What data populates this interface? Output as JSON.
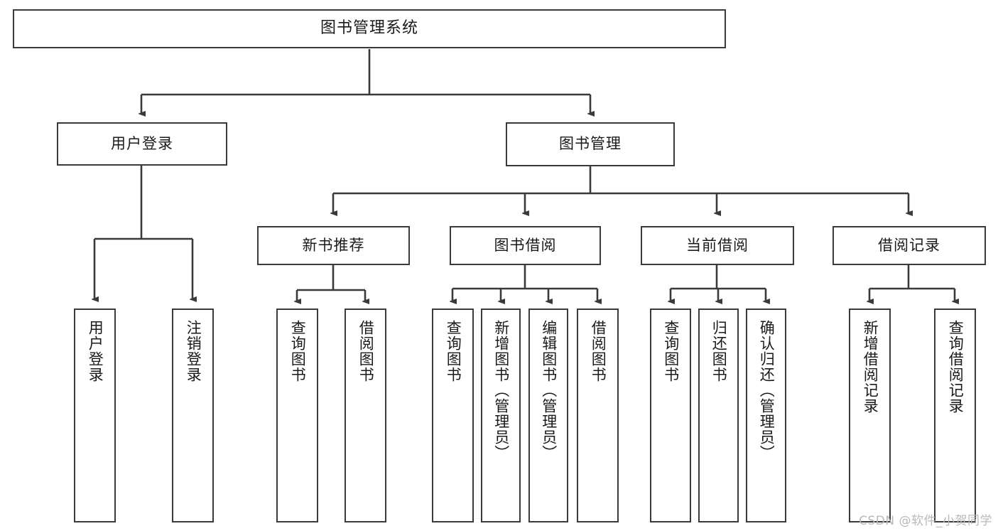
{
  "diagram": {
    "title": "图书管理系统",
    "type": "tree-hierarchy",
    "watermark": "CSDN @软件_小贺同学",
    "colors": {
      "stroke": "#3a3a3a",
      "box_fill": "#ffffff",
      "text": "#1a1a1a",
      "background": "#ffffff",
      "watermark": "#b9b9b9"
    },
    "nodes": {
      "root": {
        "label": "图书管理系统"
      },
      "l2": [
        {
          "id": "user-login",
          "label": "用户登录"
        },
        {
          "id": "book-manage",
          "label": "图书管理"
        }
      ],
      "l3": [
        {
          "id": "new-book-recommend",
          "label": "新书推荐"
        },
        {
          "id": "book-borrow",
          "label": "图书借阅"
        },
        {
          "id": "current-borrow",
          "label": "当前借阅"
        },
        {
          "id": "borrow-record",
          "label": "借阅记录"
        }
      ],
      "leaves": {
        "user_login": [
          {
            "id": "leaf-user-login",
            "label": "用户登录"
          },
          {
            "id": "leaf-logout",
            "label": "注销登录"
          }
        ],
        "new_book_recommend": [
          {
            "id": "leaf-query-book-1",
            "label": "查询图书"
          },
          {
            "id": "leaf-borrow-book-1",
            "label": "借阅图书"
          }
        ],
        "book_borrow": [
          {
            "id": "leaf-query-book-2",
            "label": "查询图书"
          },
          {
            "id": "leaf-add-book",
            "label": "新增图书（管理员）"
          },
          {
            "id": "leaf-edit-book",
            "label": "编辑图书（管理员）"
          },
          {
            "id": "leaf-borrow-book-2",
            "label": "借阅图书"
          }
        ],
        "current_borrow": [
          {
            "id": "leaf-query-book-3",
            "label": "查询图书"
          },
          {
            "id": "leaf-return-book",
            "label": "归还图书"
          },
          {
            "id": "leaf-confirm-return",
            "label": "确认归还（管理员）"
          }
        ],
        "borrow_record": [
          {
            "id": "leaf-add-record",
            "label": "新增借阅记录"
          },
          {
            "id": "leaf-query-record",
            "label": "查询借阅记录"
          }
        ]
      }
    }
  }
}
